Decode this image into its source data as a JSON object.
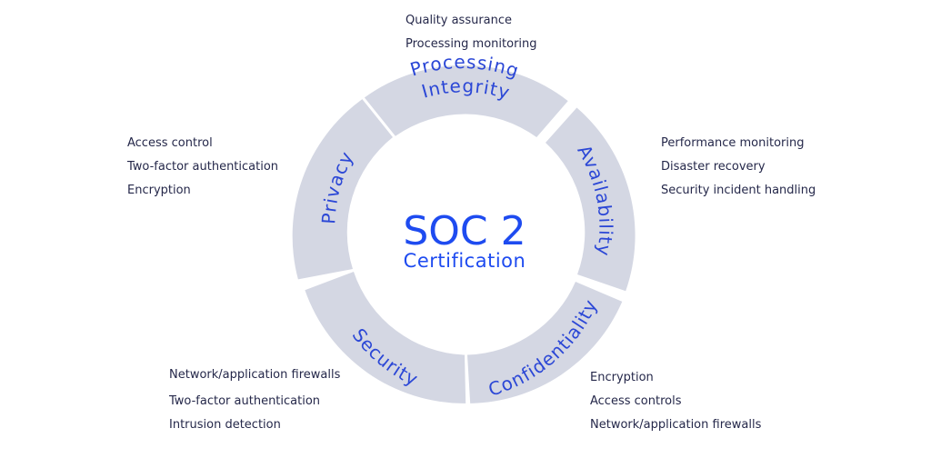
{
  "center": {
    "title": "SOC 2",
    "subtitle": "Certification"
  },
  "colors": {
    "ring": "#d4d7e3",
    "accent": "#1e4bf0",
    "segment_text": "#2b47d6",
    "item_text": "#25284a"
  },
  "segments": [
    {
      "label_lines": [
        "Processing",
        "Integrity"
      ],
      "items": [
        "Quality assurance",
        "Processing monitoring"
      ]
    },
    {
      "label_lines": [
        "Availability"
      ],
      "items": [
        "Performance monitoring",
        "Disaster recovery",
        "Security incident handling"
      ]
    },
    {
      "label_lines": [
        "Confidentiality"
      ],
      "items": [
        "Encryption",
        "Access controls",
        "Network/application firewalls"
      ]
    },
    {
      "label_lines": [
        "Security"
      ],
      "items": [
        "Network/application firewalls",
        "Two-factor authentication",
        "Intrusion detection"
      ]
    },
    {
      "label_lines": [
        "Privacy"
      ],
      "items": [
        "Access control",
        "Two-factor authentication",
        "Encryption"
      ]
    }
  ]
}
